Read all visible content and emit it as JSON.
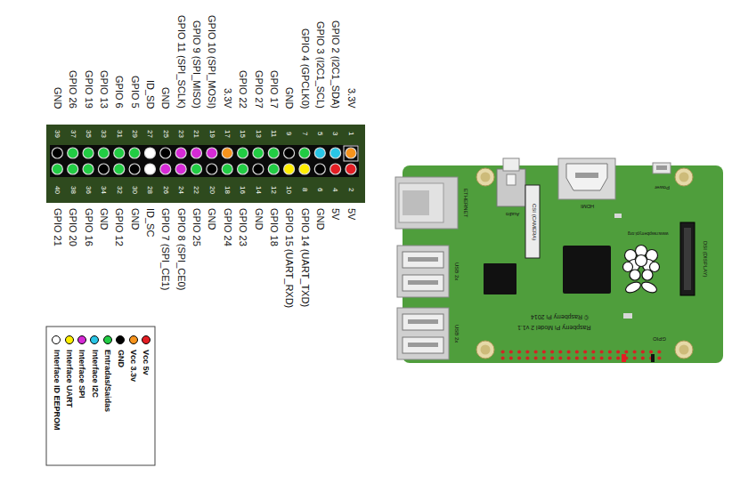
{
  "diagram": {
    "labels": [
      "3.3V",
      "GPIO 2 (I2C1_SDA)",
      "GPIO 3 (I2C1_SCL)",
      "GPIO 4 (GPCLK0)",
      "GND",
      "GPIO 17",
      "GPIO 27",
      "GPIO 22",
      "3.3V",
      "GPIO 10 (SPI_MOSI)",
      "GPIO 9 (SPI_MISO)",
      "GPIO 11 (SPI_SCLK)",
      "GND",
      "ID_SD",
      "GPIO 5",
      "GPIO 6",
      "GPIO 13",
      "GPIO 19",
      "GPIO 26",
      "GND",
      "1",
      "3",
      "5",
      "7",
      "9",
      "11",
      "13",
      "15",
      "17",
      "19",
      "21",
      "23",
      "25",
      "27",
      "29",
      "31",
      "33",
      "35",
      "37",
      "39",
      "2",
      "4",
      "6",
      "8",
      "10",
      "12",
      "14",
      "16",
      "18",
      "20",
      "22",
      "24",
      "26",
      "28",
      "30",
      "32",
      "34",
      "36",
      "38",
      "40",
      "5V",
      "5V",
      "GND",
      "GPIO 14 (UART_TXD)",
      "GPIO 15 (UART_RXD)",
      "GPIO 18",
      "GND",
      "GPIO 23",
      "GPIO 24",
      "GND",
      "GPIO 25",
      "GPIO 8 (SPI_CE0)",
      "GPIO 7 (SPI_CE1)",
      "ID_SC",
      "GND",
      "GPIO 12",
      "GND",
      "GPIO 16",
      "GPIO 20",
      "GPIO 21",
      "ETHERNET",
      "USB 2x",
      "USB 2x",
      "Audio",
      "HDMI",
      "Power",
      "CSI (CAMERA)",
      "DSI (DISPLAY)",
      "www.raspberrypi.org",
      "© Raspberry Pi 2014",
      "Raspberry Pi Model 2 v1.1",
      "GPIO"
    ],
    "legend": [
      {
        "text": "Vcc 5v",
        "color": "#e31e24"
      },
      {
        "text": "Vcc 3.3v",
        "color": "#f7941d"
      },
      {
        "text": "GND",
        "color": "#000000"
      },
      {
        "text": "Entradas/Saidas",
        "color": "#22cc44"
      },
      {
        "text": "Interface I2C",
        "color": "#29c5e6"
      },
      {
        "text": "Interface SPI",
        "color": "#d62ad6"
      },
      {
        "text": "Interface UART",
        "color": "#ffee00"
      },
      {
        "text": "Interface ID EEPROM",
        "color": "#ffffff"
      }
    ]
  }
}
